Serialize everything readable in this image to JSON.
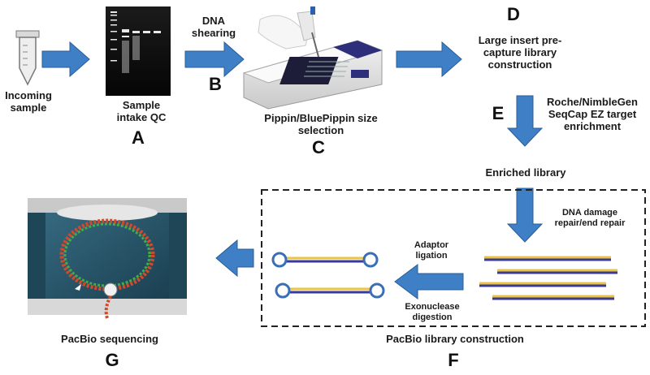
{
  "labels": {
    "incoming_sample": "Incoming sample",
    "sample_intake_qc": "Sample intake QC",
    "dna_shearing": "DNA shearing",
    "pippin": "Pippin/BluePippin size selection",
    "large_insert": "Large insert pre-capture library construction",
    "roche": "Roche/NimbleGen SeqCap EZ target enrichment",
    "enriched_library": "Enriched library",
    "dna_damage": "DNA damage repair/end repair",
    "adaptor_ligation": "Adaptor ligation",
    "exonuclease": "Exonuclease digestion",
    "pacbio_library": "PacBio library construction",
    "pacbio_sequencing": "PacBio sequencing"
  },
  "steps": {
    "a": "A",
    "b": "B",
    "c": "C",
    "d": "D",
    "e": "E",
    "f": "F",
    "g": "G"
  },
  "colors": {
    "arrow_fill": "#3f7fc6",
    "arrow_stroke": "#2a5d97",
    "strand_yellow": "#e8c440",
    "strand_blue": "#3a3a9c",
    "dashed_box": "#222222"
  }
}
